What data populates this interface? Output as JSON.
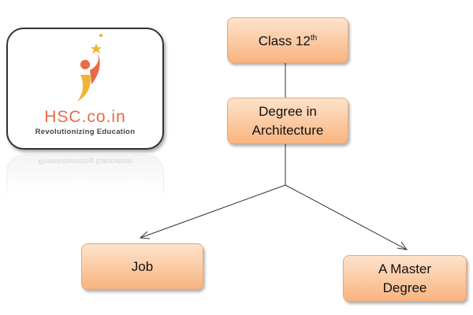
{
  "logo": {
    "title": "HSC.co.in",
    "subtitle": "Revolutionizing Education",
    "colors": {
      "primary": "#ea6a45",
      "accent": "#f2b233"
    }
  },
  "nodes": {
    "class12": {
      "label": "Class 12",
      "sup": "th"
    },
    "degree": {
      "line1": "Degree in",
      "line2": "Architecture"
    },
    "job": {
      "label": "Job"
    },
    "master": {
      "line1": "A Master",
      "line2": "Degree"
    }
  },
  "colors": {
    "box_top": "#fde3cc",
    "box_bottom": "#f9b47f",
    "box_border": "#e9a878"
  }
}
